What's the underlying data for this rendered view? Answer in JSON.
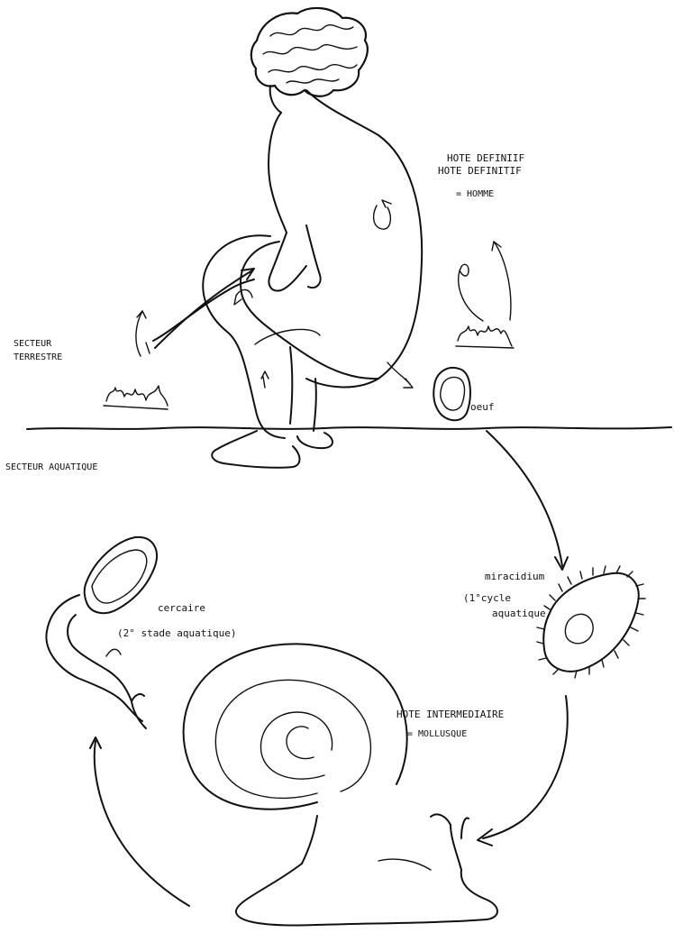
{
  "labels": {
    "host_definitive_1": "HOTE DEFINIIF",
    "host_definitive_2": "HOTE DEFINITIF",
    "host_man": "= HOMME",
    "sector_land_1": "SECTEUR",
    "sector_land_2": "TERRESTRE",
    "sector_water": "SECTEUR AQUATIQUE",
    "egg": "oeuf",
    "miracidium": "miracidium",
    "miracidium_cycle_1": "(1°cycle",
    "miracidium_cycle_2": "aquatique",
    "cercaire": "cercaire",
    "cercaire_stage": "(2° stade aquatique)",
    "host_intermediate": "HOTE INTERMEDIAIRE",
    "host_mollusk": "= MOLLUSQUE"
  }
}
